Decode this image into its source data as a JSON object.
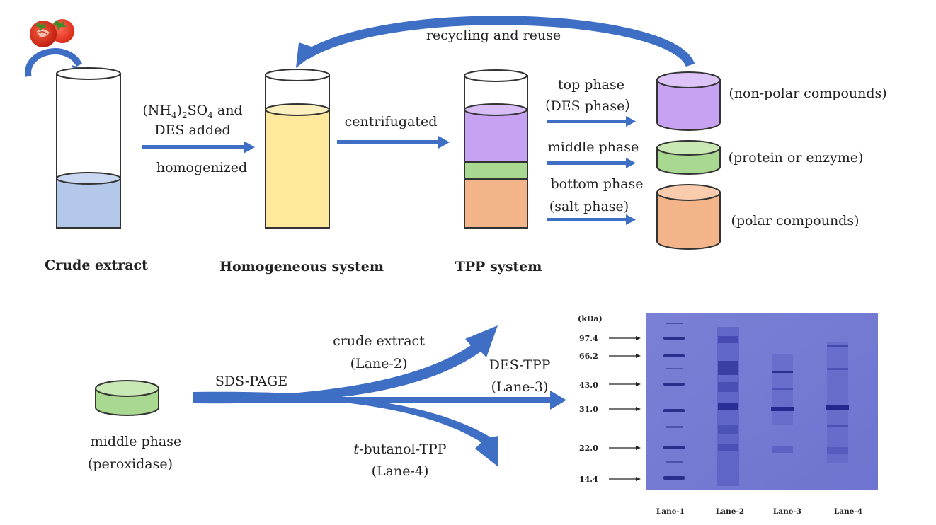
{
  "colors": {
    "arrow": "#3f6fc4",
    "crude_liquid": "#b4c9ea",
    "homog_liquid": "#fde89b",
    "top_phase": "#c7a2f2",
    "middle_phase": "#a9d890",
    "bottom_phase": "#f3b48a",
    "gel": "#6c73cf"
  },
  "icons": {
    "source": "tomato-icon"
  },
  "labels": {
    "recycle": "recycling and reuse",
    "step1_pre": "(NH",
    "step1_sub1": "4",
    "step1_mid": ")",
    "step1_sub2": "2",
    "step1_so": "SO",
    "step1_sub3": "4",
    "step1_post": " and",
    "step1_line2": "DES added",
    "step1_line3": "homogenized",
    "step2": "centrifugated",
    "crude_extract": "Crude extract",
    "homogeneous_system": "Homogeneous system",
    "tpp_system": "TPP system",
    "top_phase_1": "top  phase",
    "top_phase_2": "（DES phase）",
    "middle_phase": "middle  phase",
    "bottom_phase_1": "bottom  phase",
    "bottom_phase_2": "(salt phase)",
    "non_polar": "(non-polar compounds)",
    "protein": "(protein or enzyme)",
    "polar": "(polar compounds)",
    "middle_phase_src_1": "middle  phase",
    "middle_phase_src_2": "(peroxidase)",
    "sds_page": "SDS-PAGE",
    "branch1_1": "crude extract",
    "branch1_2": "(Lane-2)",
    "branch2_1": "DES-TPP",
    "branch2_2": "(Lane-3)",
    "branch3_italic": "t",
    "branch3_rest": "-butanol-TPP",
    "branch3_2": "(Lane-4)"
  },
  "gel": {
    "unit": "(kDa)",
    "markers": [
      "97.4",
      "66.2",
      "43.0",
      "31.0",
      "22.0",
      "14.4"
    ],
    "lanes": [
      "Lane-1",
      "Lane-2",
      "Lane-3",
      "Lane-4"
    ]
  }
}
